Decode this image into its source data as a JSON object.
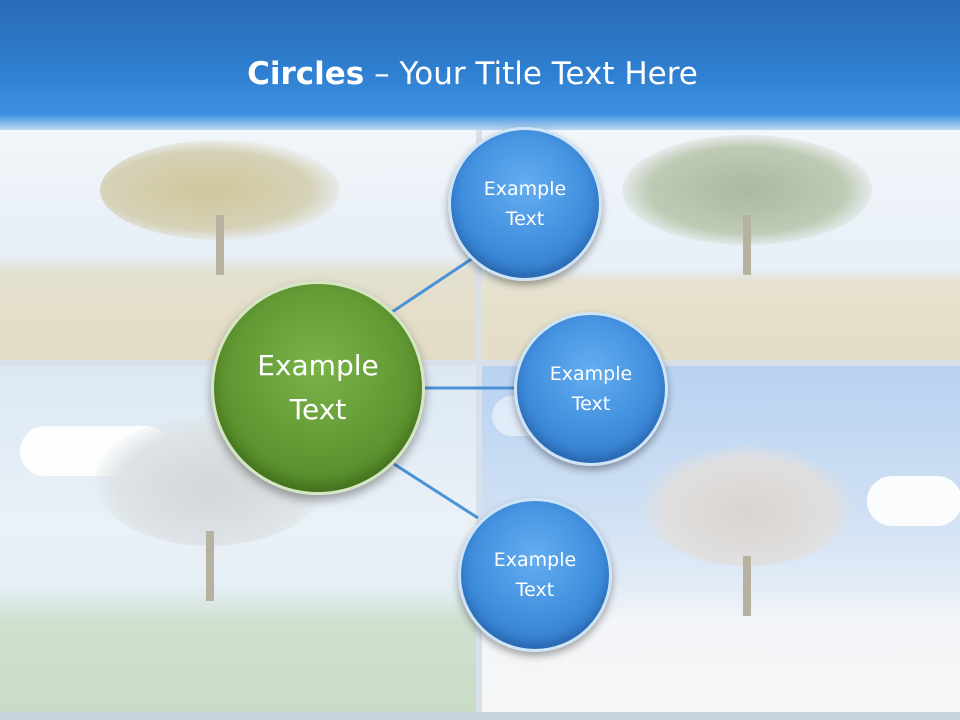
{
  "title": {
    "bold": "Circles",
    "rest": " – Your Title Text Here"
  },
  "center": {
    "label": "Example Text"
  },
  "satellites": [
    {
      "label": "Example Text"
    },
    {
      "label": "Example Text"
    },
    {
      "label": "Example Text"
    }
  ],
  "colors": {
    "header": "#2f7fd0",
    "center": "#5f9530",
    "satellite": "#3f8ddd",
    "connector": "#4a93d6"
  }
}
